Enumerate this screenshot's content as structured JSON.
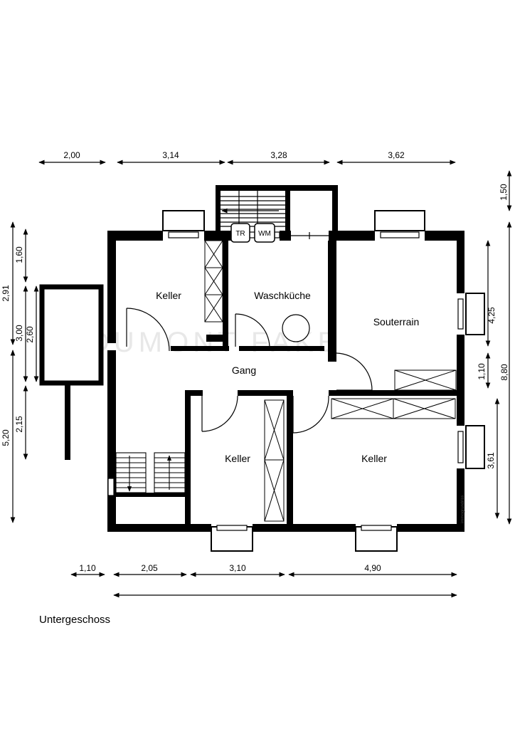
{
  "plan": {
    "floor_label": "Untergeschoss",
    "watermark": "DUMONT FAKE",
    "credit": "immogrundriss",
    "rooms": {
      "keller_nw": "Keller",
      "waschkueche": "Waschküche",
      "souterrain": "Souterrain",
      "gang": "Gang",
      "keller_sw": "Keller",
      "keller_se": "Keller"
    },
    "appliances": {
      "dryer": "TR",
      "washer": "WM"
    },
    "dimensions": {
      "top": [
        "2,00",
        "3,14",
        "3,28",
        "3,62"
      ],
      "bottom": [
        "1,10",
        "2,05",
        "3,10",
        "4,90"
      ],
      "left_outer": [
        "2,91",
        "5,20"
      ],
      "left_inner": [
        "1,60",
        "3,00",
        "2,60",
        "2,15"
      ],
      "right_inner": [
        "4,25",
        "1,10",
        "3,61"
      ],
      "right_outer": [
        "1,50",
        "8,80"
      ]
    }
  }
}
